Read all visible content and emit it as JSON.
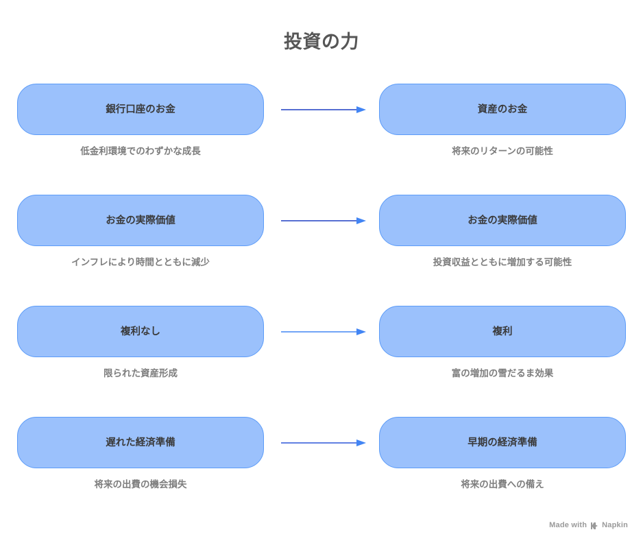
{
  "title": "投資の力",
  "colors": {
    "background": "#ffffff",
    "node_fill": "#9BC1FC",
    "node_border": "#5B9BF8",
    "node_text": "#3A3A3A",
    "caption_text": "#7D7D7D",
    "title_text": "#565656",
    "arrow": "#4285F4",
    "watermark_text": "#9A9A9A"
  },
  "rows": [
    {
      "left": {
        "label": "銀行口座のお金",
        "caption": "低金利環境でのわずかな成長"
      },
      "arrow": {
        "icon": "arrow-right-icon",
        "direction": "right"
      },
      "right": {
        "label": "資産のお金",
        "caption": "将来のリターンの可能性"
      }
    },
    {
      "left": {
        "label": "お金の実際価値",
        "caption": "インフレにより時間とともに減少"
      },
      "arrow": {
        "icon": "arrow-right-icon",
        "direction": "right"
      },
      "right": {
        "label": "お金の実際価値",
        "caption": "投資収益とともに増加する可能性"
      }
    },
    {
      "left": {
        "label": "複利なし",
        "caption": "限られた資産形成"
      },
      "arrow": {
        "icon": "arrow-right-icon",
        "direction": "right"
      },
      "right": {
        "label": "複利",
        "caption": "富の増加の雪だるま効果"
      }
    },
    {
      "left": {
        "label": "遅れた経済準備",
        "caption": "将来の出費の機会損失"
      },
      "arrow": {
        "icon": "arrow-right-icon",
        "direction": "right"
      },
      "right": {
        "label": "早期の経済準備",
        "caption": "将来の出費への備え"
      }
    }
  ],
  "watermark": {
    "prefix": "Made with",
    "logo_icon": "napkin-logo-icon",
    "brand": "Napkin"
  }
}
